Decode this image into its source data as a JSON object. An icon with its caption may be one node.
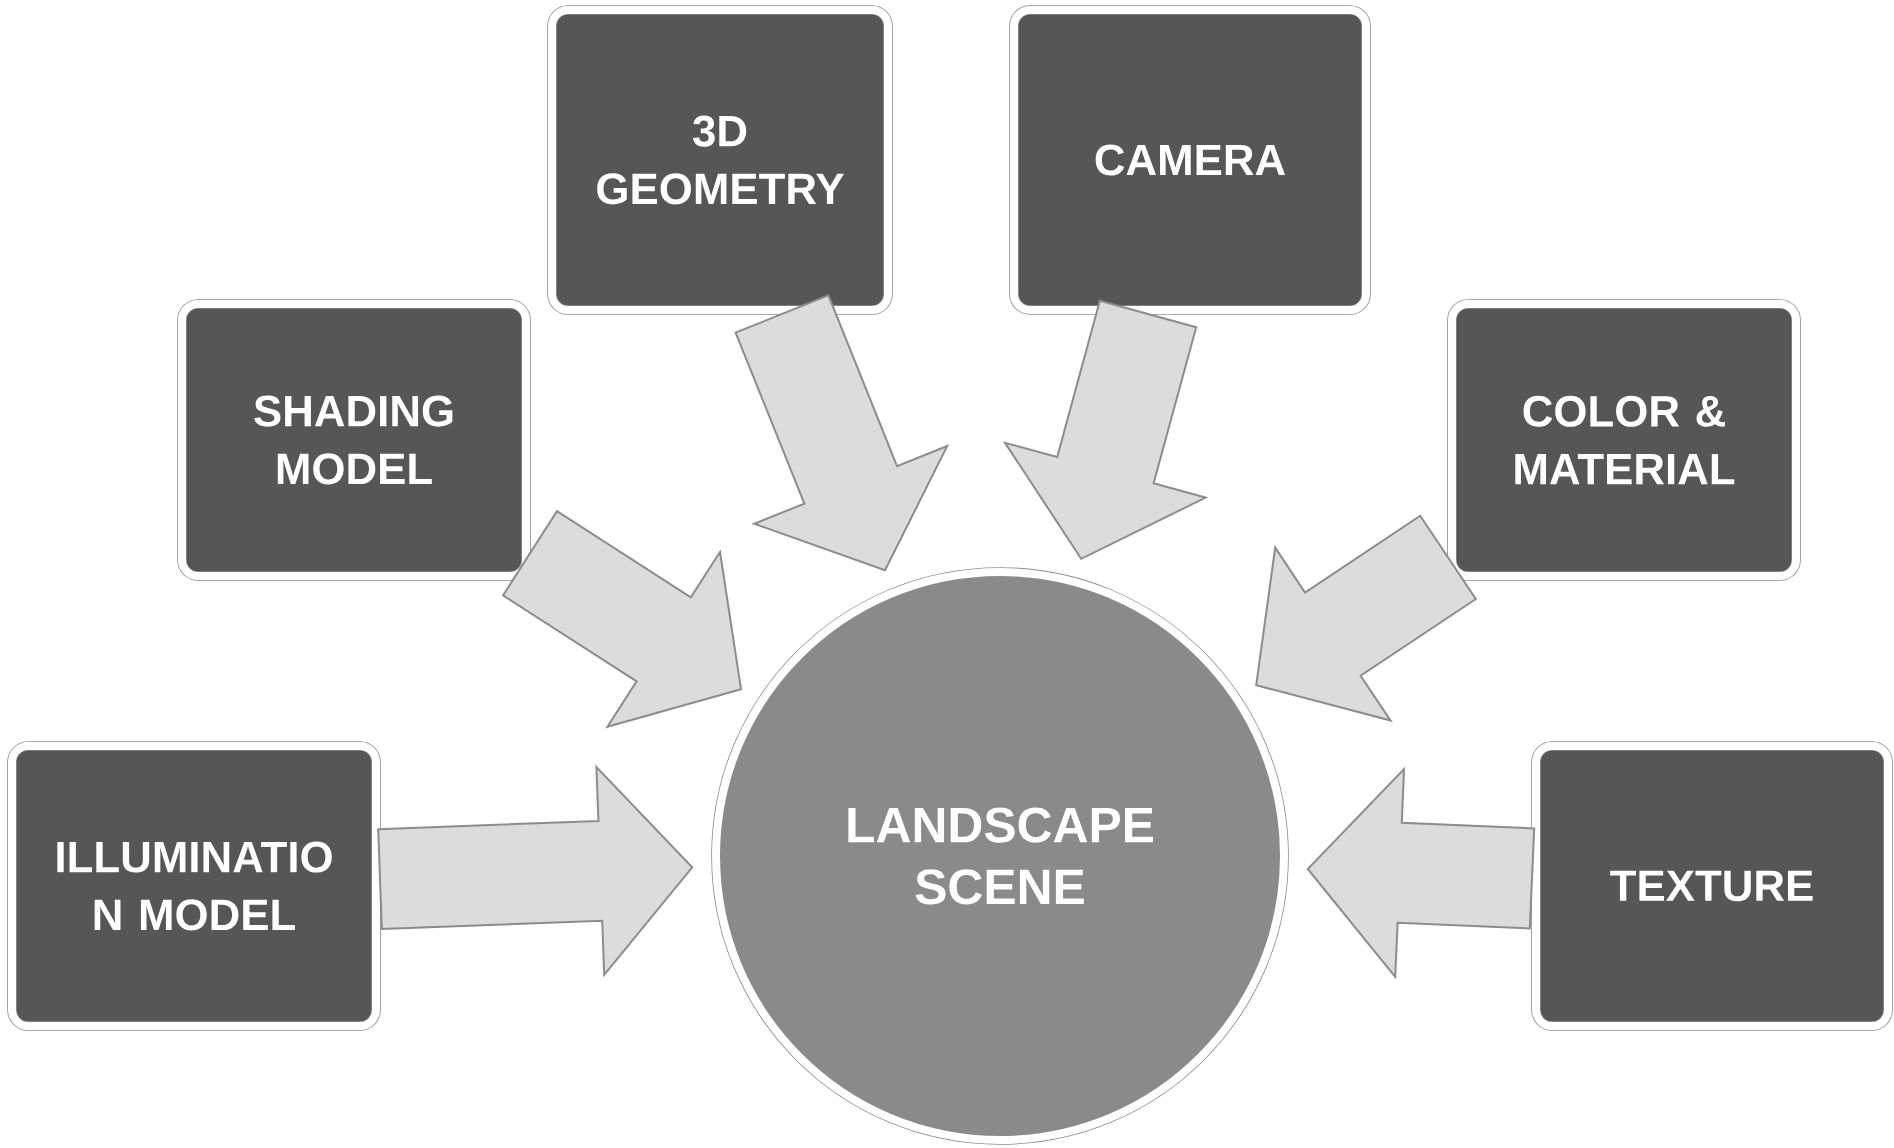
{
  "diagram": {
    "nodes": [
      {
        "text": [
          "3D GEOMETRY"
        ]
      },
      {
        "text": [
          "CAMERA"
        ]
      },
      {
        "text": [
          "SHADING MODEL"
        ]
      },
      {
        "text": [
          "COLOR & MATERIAL"
        ]
      },
      {
        "text": [
          "ILLUMINATIO N MODEL"
        ]
      },
      {
        "text": [
          "LANDSCAPE SCENE"
        ]
      },
      {
        "text": [
          "TEXTURE"
        ]
      }
    ],
    "edges": [
      {
        "from": 0,
        "to": 5,
        "arrow": "to"
      },
      {
        "from": 1,
        "to": 5,
        "arrow": "to"
      },
      {
        "from": 2,
        "to": 5,
        "arrow": "to"
      },
      {
        "from": 3,
        "to": 5,
        "arrow": "to"
      },
      {
        "from": 4,
        "to": 5,
        "arrow": "to"
      },
      {
        "from": 6,
        "to": 5,
        "arrow": "to"
      }
    ]
  }
}
